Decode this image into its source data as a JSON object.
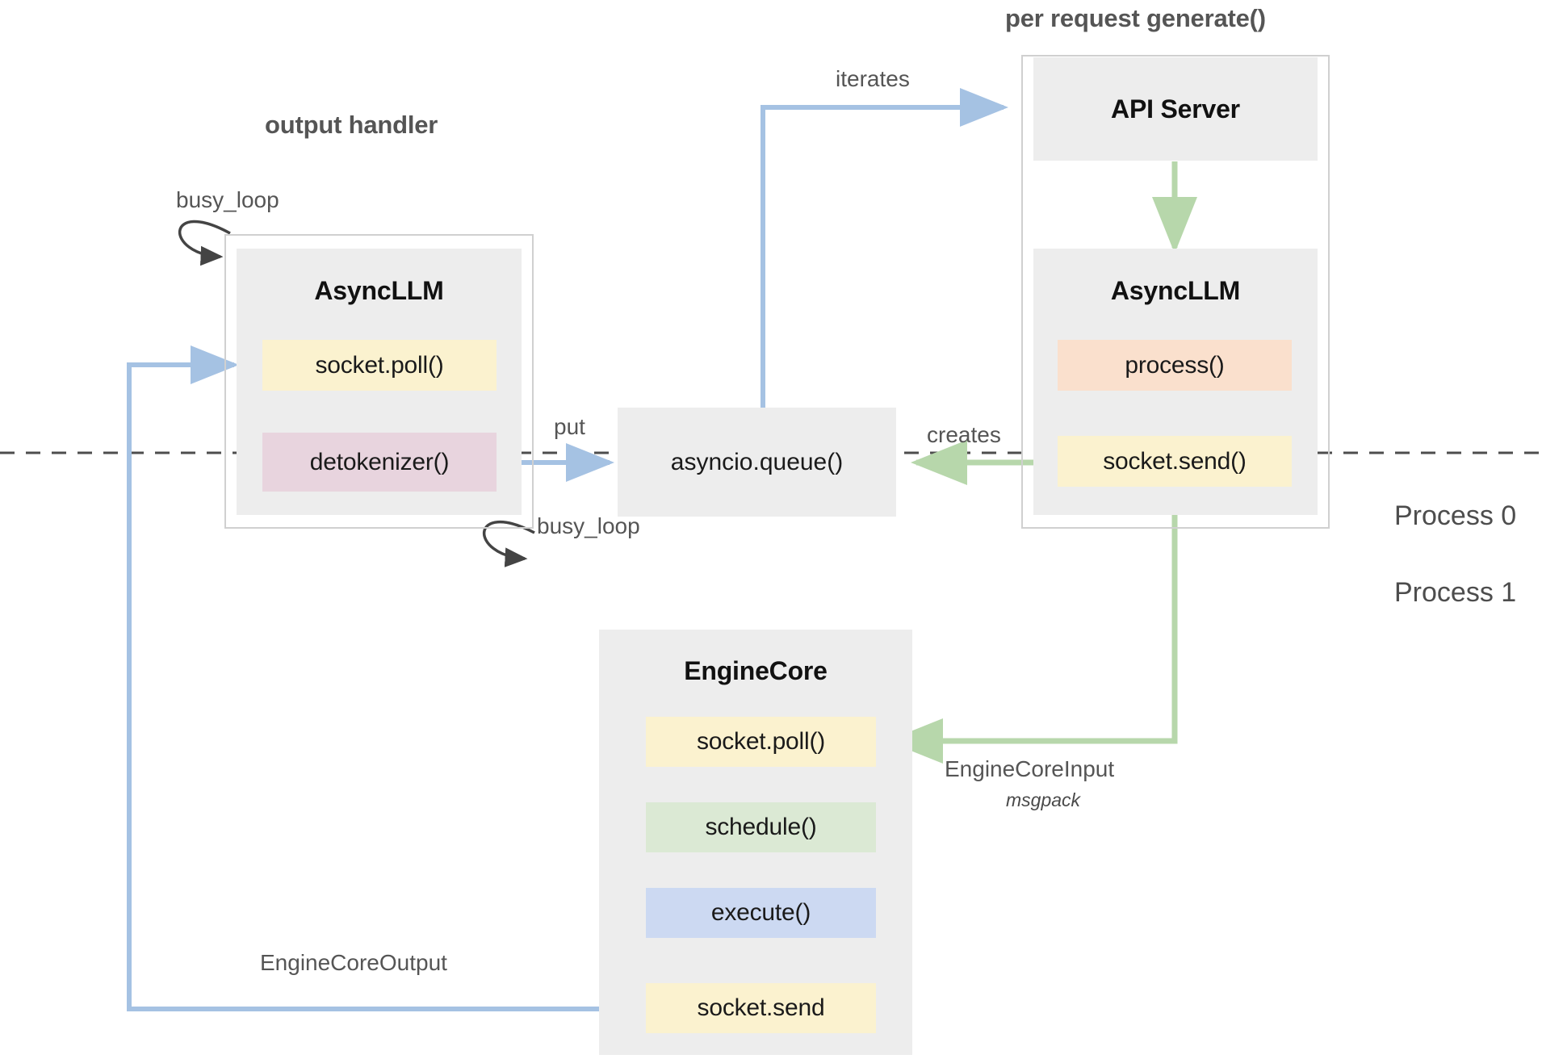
{
  "diagram": {
    "title_output_handler": "output handler",
    "title_per_request": "per request generate()",
    "process0_label": "Process 0",
    "process1_label": "Process 1"
  },
  "colors": {
    "box_gray": "#ededed",
    "frame_border": "#d0d0d0",
    "yellow": "#fbf2cf",
    "pink": "#e8d4de",
    "peach": "#fae0cd",
    "green": "#dbe9d4",
    "blue": "#ccd9f2",
    "arrow_blue": "#a5c2e3",
    "arrow_green": "#b7d7ab",
    "arrow_black": "#444444",
    "text_dark": "#1a1a1a",
    "text_gray": "#555555"
  },
  "output_handler_group": {
    "box_title": "AsyncLLM",
    "methods": [
      {
        "label": "socket.poll()",
        "fill": "#fbf2cf"
      },
      {
        "label": "detokenizer()",
        "fill": "#e8d4de"
      }
    ],
    "self_loop_label": "busy_loop"
  },
  "queue_node": {
    "label": "asyncio.queue()"
  },
  "per_request_group": {
    "api_server_title": "API Server",
    "async_llm_title": "AsyncLLM",
    "methods": [
      {
        "label": "process()",
        "fill": "#fae0cd"
      },
      {
        "label": "socket.send()",
        "fill": "#fbf2cf"
      }
    ]
  },
  "engine_core_group": {
    "box_title": "EngineCore",
    "self_loop_label": "busy_loop",
    "methods": [
      {
        "label": "socket.poll()",
        "fill": "#fbf2cf"
      },
      {
        "label": "schedule()",
        "fill": "#dbe9d4"
      },
      {
        "label": "execute()",
        "fill": "#ccd9f2"
      },
      {
        "label": "socket.send",
        "fill": "#fbf2cf"
      }
    ]
  },
  "edges": {
    "iterates": "iterates",
    "put": "put",
    "creates": "creates",
    "engine_core_input": "EngineCoreInput",
    "engine_core_input_sub": "msgpack",
    "engine_core_output": "EngineCoreOutput"
  }
}
